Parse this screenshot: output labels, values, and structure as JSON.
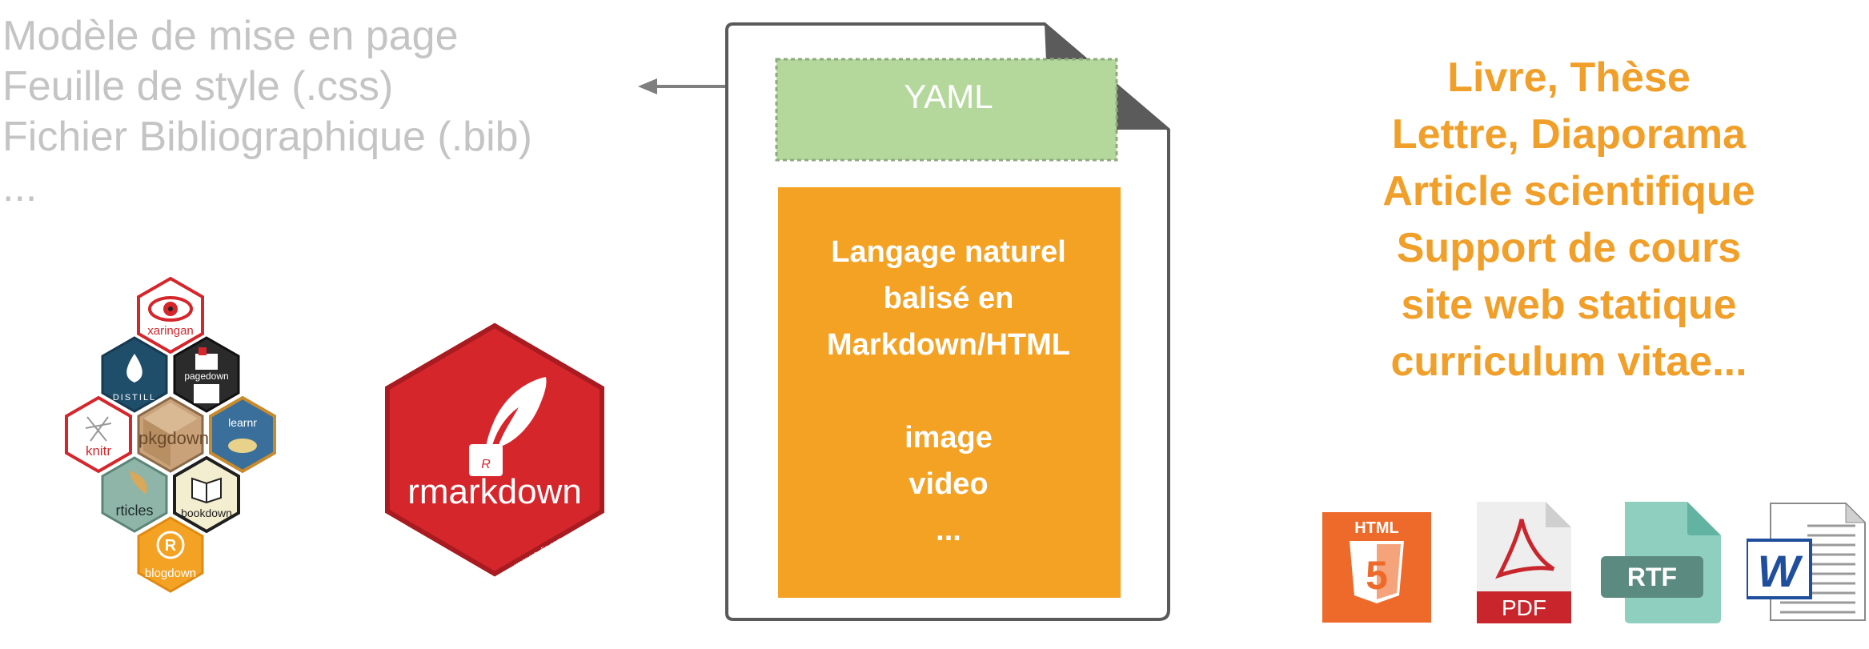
{
  "inputs": {
    "items": [
      "Modèle de mise en page",
      "Feuille de style (.css)",
      "Fichier Bibliographique (.bib)",
      "..."
    ]
  },
  "document": {
    "yaml_label": "YAML",
    "body_lines_1": [
      "Langage naturel",
      "balisé en",
      "Markdown/HTML"
    ],
    "body_lines_2": [
      "image",
      "video",
      "..."
    ]
  },
  "outputs": {
    "items": [
      "Livre, Thèse",
      "Lettre, Diaporama",
      "Article scientifique",
      "Support de cours",
      "site web statique",
      "curriculum vitae..."
    ]
  },
  "packages": {
    "hexes": [
      "xaringan",
      "DISTILL",
      "pagedown",
      "knitr",
      "pkgdown",
      "learnr",
      "rticles",
      "bookdown",
      "blogdown"
    ],
    "main_logo": "rmarkdown",
    "main_logo_url": "www.rstudio.com"
  },
  "formats": {
    "html_label": "HTML",
    "html_number": "5",
    "pdf_label": "PDF",
    "rtf_label": "RTF",
    "word_letter": "W"
  },
  "colors": {
    "grey_text": "#c4c4c4",
    "orange": "#f0a02a",
    "orange_box": "#f3a224",
    "yaml_green": "#b4d89b",
    "rmarkdown_red": "#d5262c",
    "arrow_grey": "#7f7f7f"
  },
  "icons": [
    "arrow-left-icon",
    "html5-icon",
    "pdf-icon",
    "rtf-icon",
    "word-icon",
    "quill-icon",
    "ink-bottle-icon"
  ]
}
